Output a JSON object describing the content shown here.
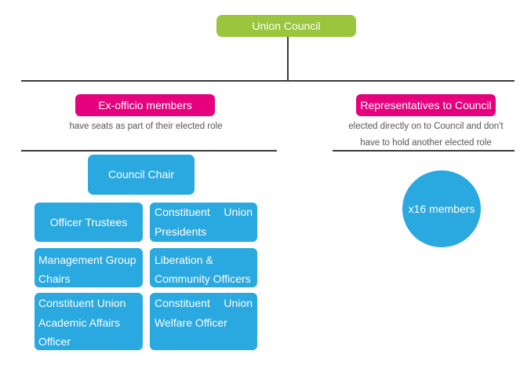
{
  "colors": {
    "green": "#9bc53d",
    "pink": "#e6007e",
    "blue": "#2aa8e0",
    "line": "#3a3a3a"
  },
  "top": {
    "label": "Union Council"
  },
  "left_group": {
    "title": "Ex-officio members",
    "note": "have seats as part of their elected role",
    "chair": "Council Chair",
    "boxes": {
      "officer_trustees": "Officer Trustees",
      "constituent_presidents": "Constituent Union Presidents",
      "management_chairs": "Management Group Chairs",
      "liberation_officers": "Liberation & Community Officers",
      "academic_officer": "Constituent Union Academic Affairs Officer",
      "welfare_officer": "Constituent Union Welfare Officer"
    }
  },
  "right_group": {
    "title": "Representatives to Council",
    "note_line1": "elected directly on to Council and don't",
    "note_line2": "have to hold another elected role",
    "members": "x16 members"
  }
}
